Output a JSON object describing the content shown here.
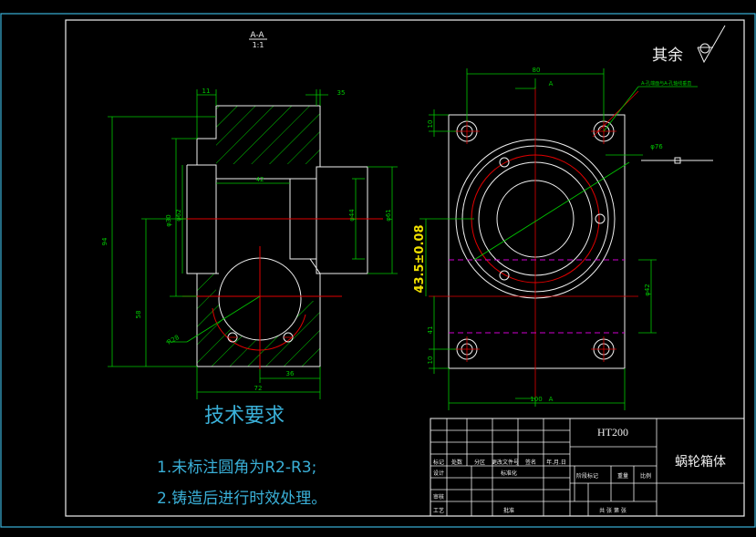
{
  "drawing": {
    "section_label": "A-A",
    "section_scale": "1:1",
    "roughness_label": "其余",
    "view_label_a": "A",
    "leader_note": "A-孔端面与A-孔轴线垂直",
    "tech_req_title": "技术要求",
    "tech_req_1": "1.未标注圆角为R2-R3;",
    "tech_req_2": "2.铸造后进行时效处理。"
  },
  "dims_left": {
    "d11": "11",
    "d35": "35",
    "d42": "42",
    "d94": "94",
    "d58": "58",
    "dphi30": "φ30",
    "dphi62": "φ62",
    "dphi44": "φ44",
    "dphi61": "φ61",
    "dr28": "R28",
    "d72": "72",
    "d36": "36"
  },
  "dims_right": {
    "d80": "80",
    "d10": "10",
    "dphi76": "φ76",
    "d435": "43.5±0.08",
    "dphi42": "φ42",
    "d41": "41",
    "d10b": "10",
    "d100": "100"
  },
  "title_block": {
    "material": "HT200",
    "part_name": "蜗轮箱体",
    "c_biaoji": "标记",
    "c_chushu": "处数",
    "c_fenqu": "分区",
    "c_genggai": "更改文件号",
    "c_qianming": "签名",
    "c_nianyueri": "年.月.日",
    "c_sheji": "设计",
    "c_biaozhunhua": "标准化",
    "c_jieduan": "阶段标记",
    "c_zhongliang": "重量",
    "c_bili": "比例",
    "c_shenhe": "审核",
    "c_gongyi": "工艺",
    "c_pizhun": "批准",
    "c_gongzhang": "共 张 第 张"
  }
}
